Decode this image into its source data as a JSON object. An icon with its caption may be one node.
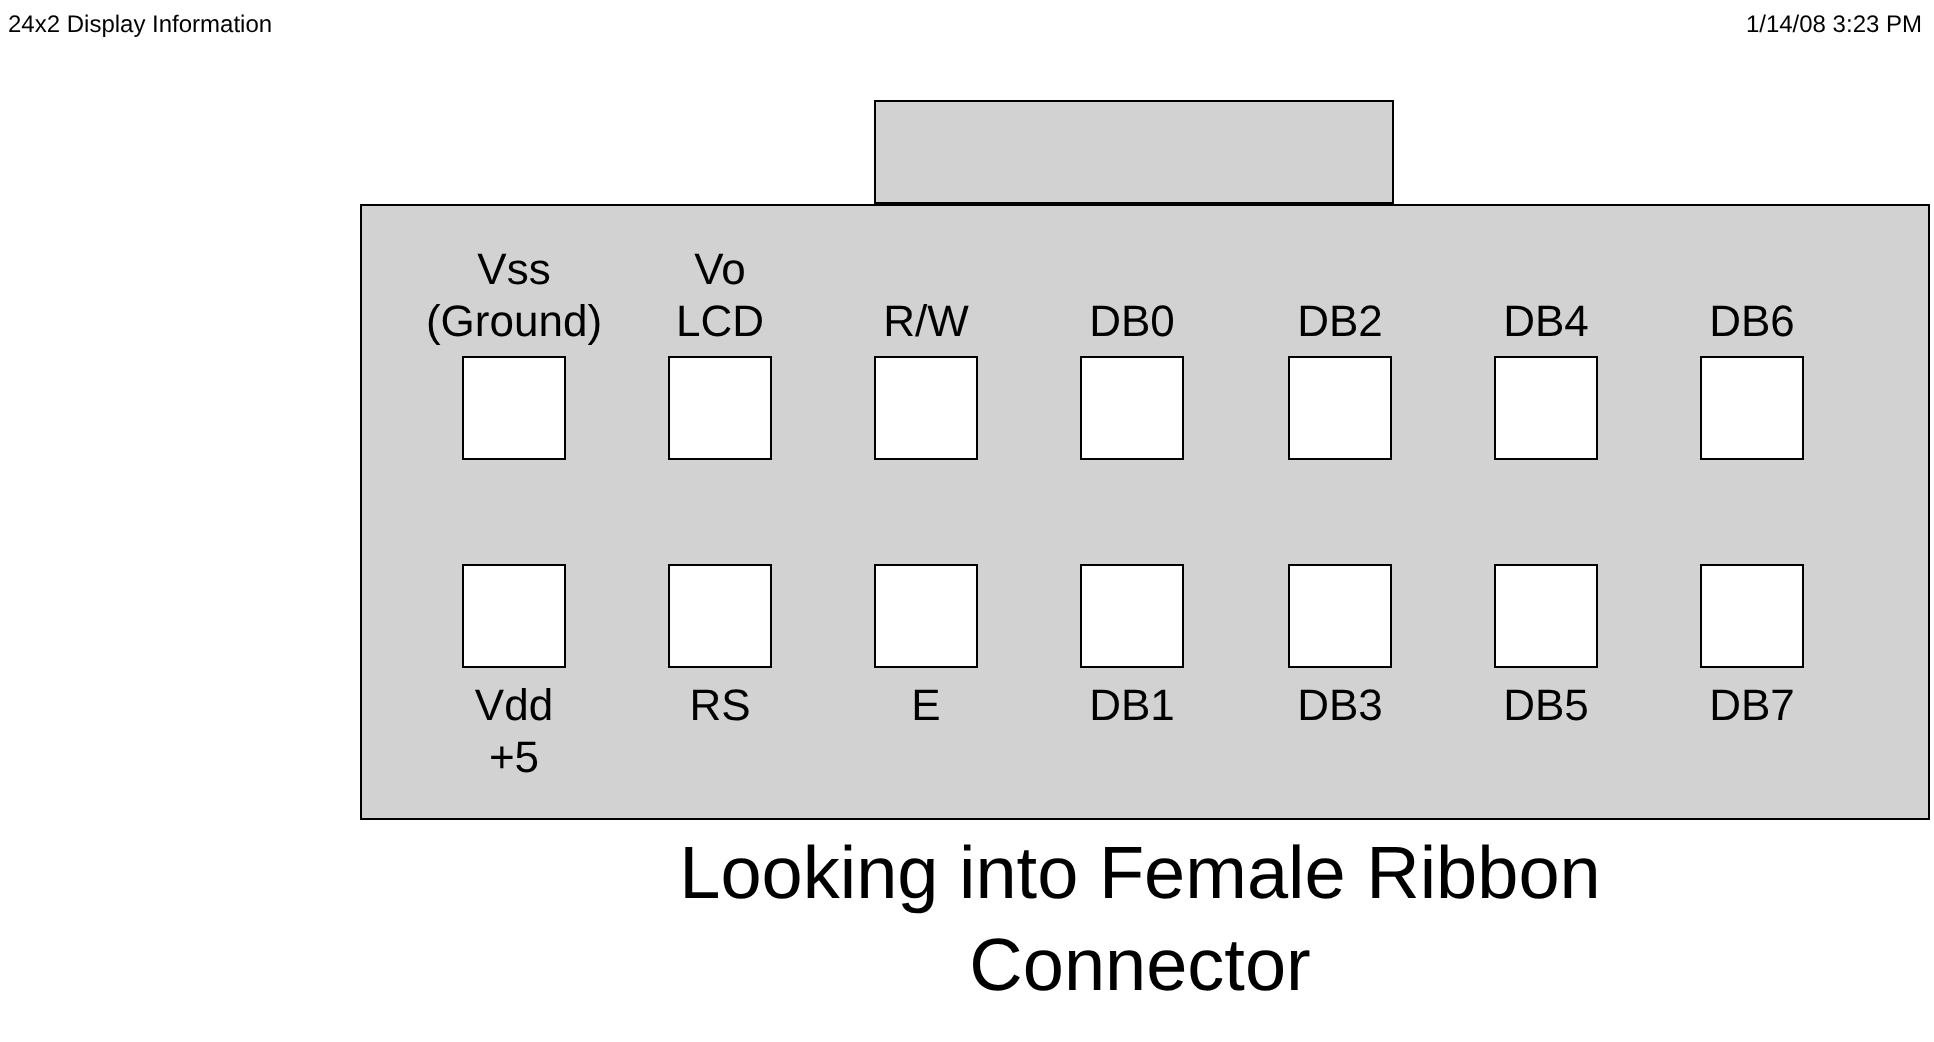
{
  "diagram": {
    "caption": "Looking into Female Ribbon Connector",
    "nodes": [
      {
        "text": [],
        "shape": "box"
      },
      {
        "text": [],
        "shape": "box"
      },
      {
        "text": [
          "Vss (Ground)"
        ],
        "in": 0
      },
      {
        "text": [
          "Vo LCD"
        ],
        "in": 0
      },
      {
        "text": [
          "R/W"
        ],
        "in": 0
      },
      {
        "text": [
          "DB0"
        ],
        "in": 0
      },
      {
        "text": [
          "DB2"
        ],
        "in": 0
      },
      {
        "text": [
          "DB4"
        ],
        "in": 0
      },
      {
        "text": [
          "DB6"
        ],
        "in": 0
      },
      {
        "text": [
          "Vdd +5"
        ],
        "in": 0
      },
      {
        "text": [
          "RS"
        ],
        "in": 0
      },
      {
        "text": [
          "E"
        ],
        "in": 0
      },
      {
        "text": [
          "DB1"
        ],
        "in": 0
      },
      {
        "text": [
          "DB3"
        ],
        "in": 0
      },
      {
        "text": [
          "DB5"
        ],
        "in": 0
      },
      {
        "text": [
          "DB7"
        ],
        "in": 0
      }
    ],
    "labels": [
      "24x2 Display Information",
      "1/14/08 3:23 PM"
    ]
  }
}
